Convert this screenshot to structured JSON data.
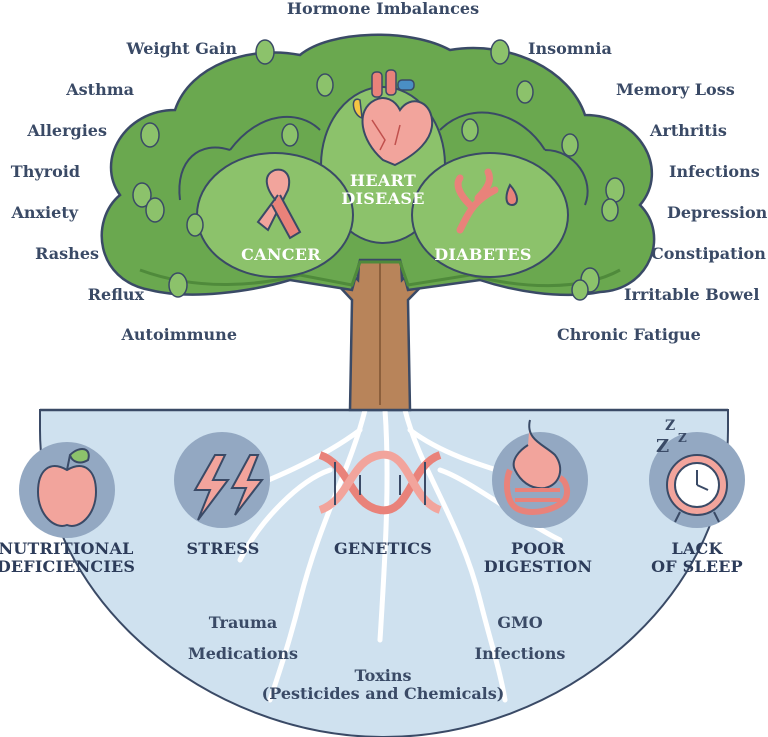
{
  "symptoms_left": [
    "Weight Gain",
    "Asthma",
    "Allergies",
    "Thyroid",
    "Anxiety",
    "Rashes",
    "Reflux",
    "Autoimmune"
  ],
  "symptoms_top": "Hormone Imbalances",
  "symptoms_right": [
    "Insomnia",
    "Memory Loss",
    "Arthritis",
    "Infections",
    "Depression",
    "Constipation",
    "Irritable Bowel",
    "Chronic Fatigue"
  ],
  "diseases": {
    "heart": [
      "HEART",
      "DISEASE"
    ],
    "cancer": "CANCER",
    "diabetes": "DIABETES"
  },
  "root_causes": {
    "nutritional": [
      "NUTRITIONAL",
      "DEFICIENCIES"
    ],
    "stress": "STRESS",
    "genetics": "GENETICS",
    "digestion": [
      "POOR",
      "DIGESTION"
    ],
    "sleep": [
      "LACK",
      "OF SLEEP"
    ]
  },
  "other_causes": {
    "trauma": "Trauma",
    "medications": "Medications",
    "gmo": "GMO",
    "infections": "Infections",
    "toxins": [
      "Toxins",
      "(Pesticides and Chemicals)"
    ]
  },
  "colors": {
    "foliage": "#6aa84f",
    "foliage_light": "#8cc26b",
    "trunk": "#b8845a",
    "ground": "#cfe1ef",
    "circle": "#93a8c2",
    "text": "#3a4a66",
    "accent": "#e9827a"
  }
}
